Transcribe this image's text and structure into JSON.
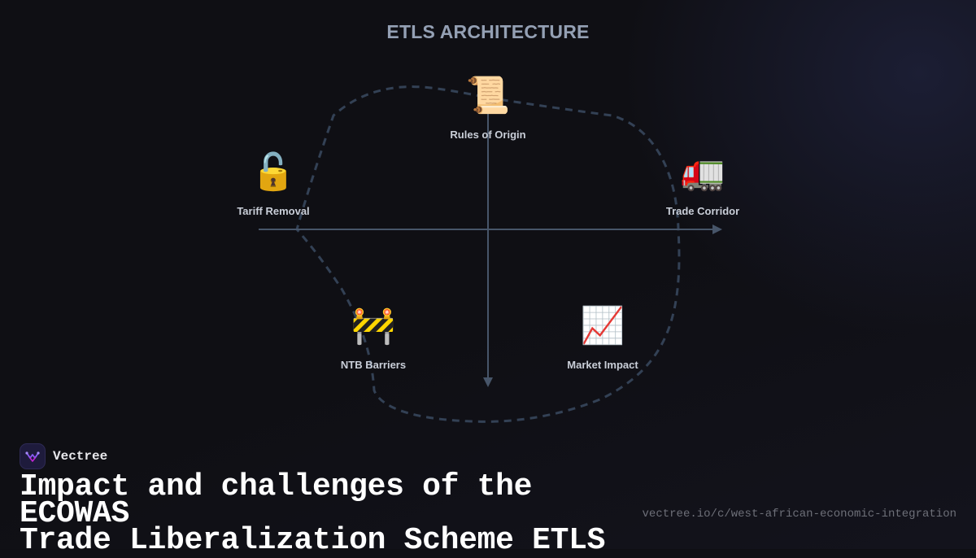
{
  "diagram": {
    "title": "ETLS ARCHITECTURE",
    "nodes": [
      {
        "key": "rules",
        "icon": "scroll-icon",
        "glyph": "📜",
        "label": "Rules of Origin"
      },
      {
        "key": "trade",
        "icon": "truck-icon",
        "glyph": "🚛",
        "label": "Trade Corridor"
      },
      {
        "key": "market",
        "icon": "chart-increasing-icon",
        "glyph": "📈",
        "label": "Market Impact"
      },
      {
        "key": "ntb",
        "icon": "construction-barrier-icon",
        "glyph": "🚧",
        "label": "NTB Barriers"
      },
      {
        "key": "tariff",
        "icon": "open-lock-icon",
        "glyph": "🔓",
        "label": "Tariff Removal"
      }
    ],
    "colors": {
      "axis": "#475569",
      "loop": "#334155",
      "title": "#94a0b4",
      "label": "#c9ced8"
    }
  },
  "brand": {
    "name": "Vectree",
    "logo_icon": "vectree-logo-icon",
    "accent": "#8b5cf6"
  },
  "footer": {
    "headline_line1": "Impact and challenges of the ECOWAS",
    "headline_line2": "Trade Liberalization Scheme ETLS",
    "url": "vectree.io/c/west-african-economic-integration"
  }
}
